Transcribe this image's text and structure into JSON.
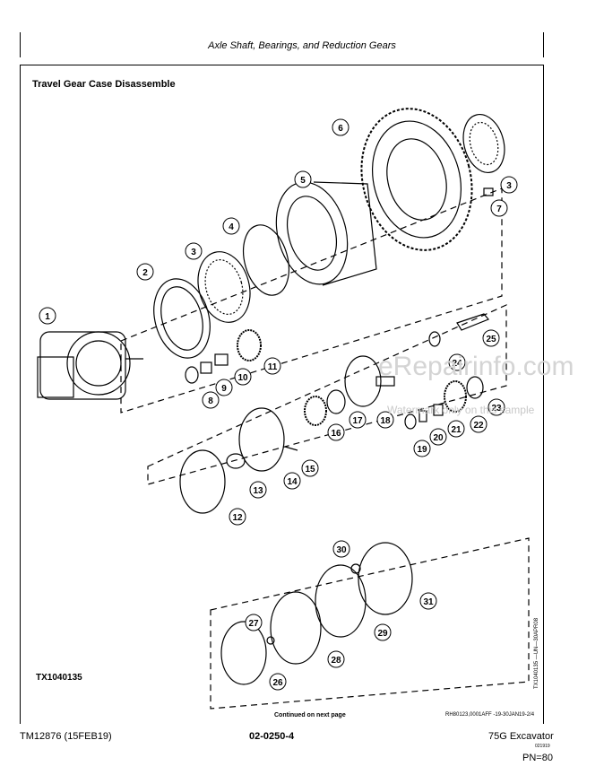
{
  "header": {
    "section_title": "Axle Shaft, Bearings, and Reduction Gears"
  },
  "figure": {
    "title": "Travel Gear Case Disassemble",
    "figure_id": "TX1040135",
    "side_code": "TX1040135 —UN—30APR08",
    "continued": "Continued on next page",
    "reference": "RH80123,0001AFF -19-30JAN19-2/4",
    "callouts": [
      "1",
      "2",
      "3",
      "3",
      "4",
      "5",
      "6",
      "7",
      "8",
      "9",
      "10",
      "11",
      "12",
      "13",
      "14",
      "15",
      "16",
      "17",
      "18",
      "19",
      "20",
      "21",
      "22",
      "23",
      "24",
      "25",
      "26",
      "27",
      "28",
      "29",
      "30",
      "31"
    ]
  },
  "watermark": {
    "text": "eRepairinfo.com",
    "note": "Watermark only on this sample"
  },
  "footer": {
    "manual": "TM12876 (15FEB19)",
    "page": "02-0250-4",
    "model": "75G Excavator",
    "small": "021919",
    "pn": "PN=80"
  }
}
